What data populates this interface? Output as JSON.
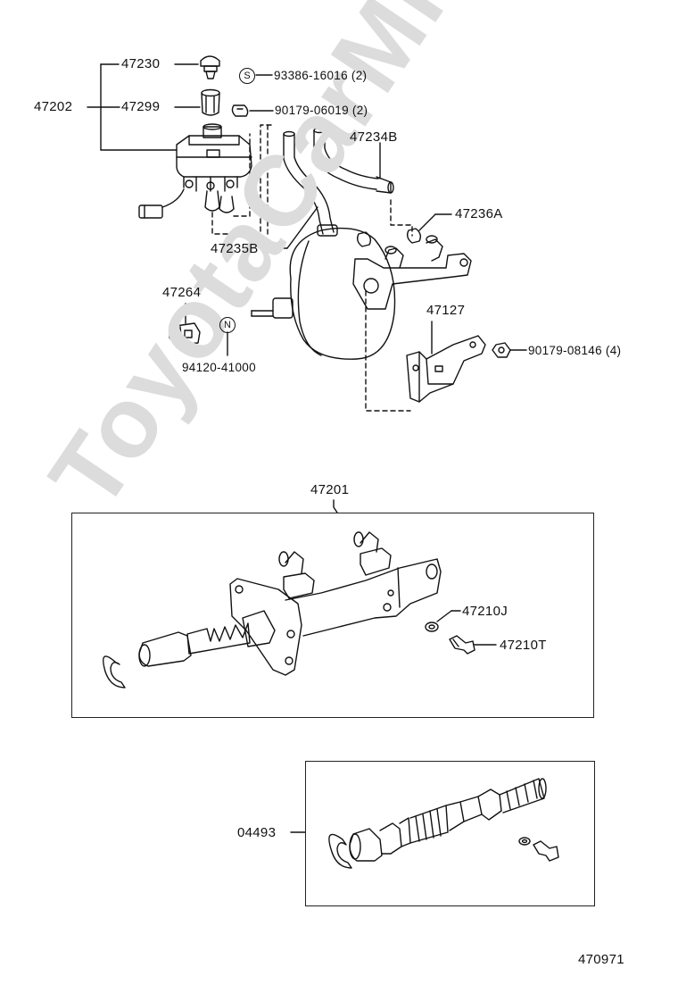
{
  "watermark": "ToyotaCarMine.ru",
  "diagram_id": "470971",
  "callouts": {
    "p47230": "47230",
    "p47202": "47202",
    "p47299": "47299",
    "p93386": "93386-16016 (2)",
    "p93386_symbol": "S",
    "p90179a": "90179-06019 (2)",
    "p47234b": "47234B",
    "p47236a": "47236A",
    "p47235b": "47235B",
    "p47264": "47264",
    "p47127": "47127",
    "p90179b": "90179-08146 (4)",
    "p94120": "94120-41000",
    "p94120_symbol": "N",
    "p47201": "47201",
    "p47210j": "47210J",
    "p47210t": "47210T",
    "p04493": "04493"
  }
}
